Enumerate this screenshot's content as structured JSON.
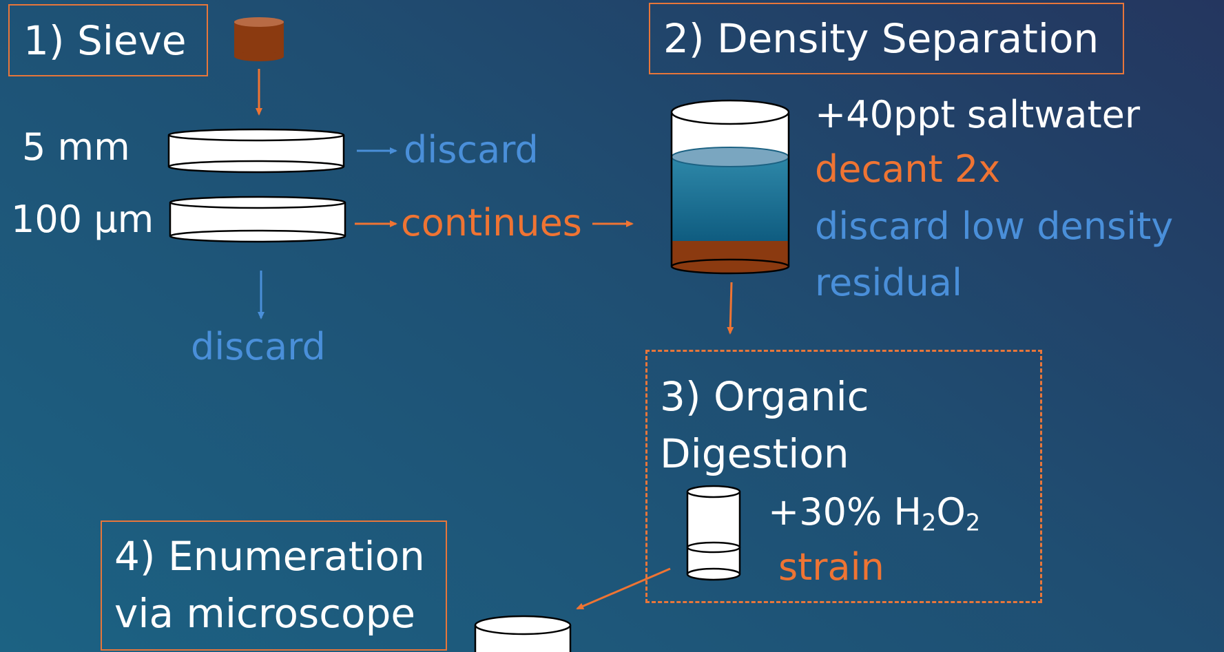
{
  "steps": {
    "sieve": {
      "title": "1) Sieve"
    },
    "density": {
      "title": "2) Density Separation"
    },
    "organic": {
      "title_line1": "3) Organic",
      "title_line2": "Digestion"
    },
    "enumeration": {
      "title_line1": "4) Enumeration",
      "title_line2": "via microscope"
    }
  },
  "sieve": {
    "mesh_coarse": "5 mm",
    "mesh_fine": "100 µm",
    "discard_coarse": "discard",
    "continues": "continues",
    "discard_fine": "discard"
  },
  "density": {
    "add": "+40ppt saltwater",
    "decant": "decant 2x",
    "discard_line1": "discard low density",
    "discard_line2": "residual"
  },
  "organic": {
    "add_prefix": "+30% H",
    "sub1": "2",
    "mid": "O",
    "sub2": "2",
    "strain": "strain"
  },
  "colors": {
    "background": "#1f4e72",
    "box_border": "#e8763a",
    "arrow": "#ef7433",
    "text_white": "#ffffff",
    "text_blue": "#4a8fd9",
    "text_orange": "#ef7433",
    "sediment": "#8b3a10",
    "water": "#1a6a8e"
  }
}
